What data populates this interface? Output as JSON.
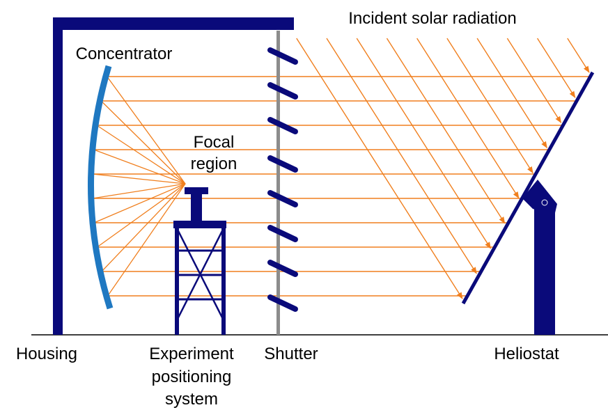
{
  "labels": {
    "incident": "Incident solar radiation",
    "concentrator": "Concentrator",
    "focal_line1": "Focal",
    "focal_line2": "region",
    "housing": "Housing",
    "experiment_line1": "Experiment",
    "experiment_line2": "positioning",
    "experiment_line3": "system",
    "shutter": "Shutter",
    "heliostat": "Heliostat"
  },
  "colors": {
    "structure": "#0a0a7a",
    "concentrator": "#1f78c1",
    "ray": "#f07f1e",
    "shutter_pole": "#8c8c8c",
    "ground": "#000000"
  }
}
